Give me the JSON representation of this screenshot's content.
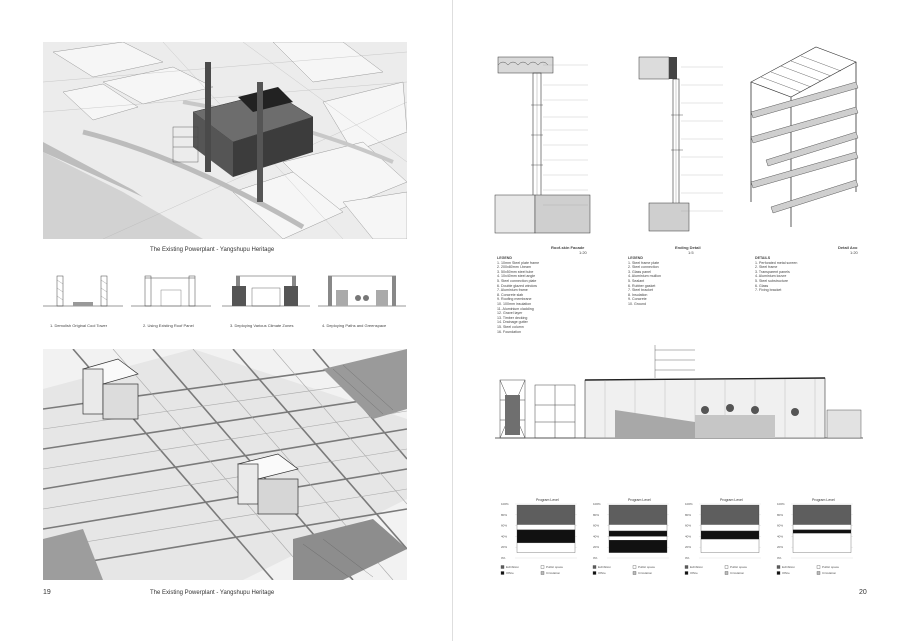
{
  "left_page": {
    "top_caption": "The Existing Powerplant - Yangshupu Heritage",
    "diagrams": [
      {
        "caption": "1. Demolish Original Cool Tower"
      },
      {
        "caption": "2. Using Existing Roof Panel"
      },
      {
        "caption": "3. Deploying Various Climate Zones"
      },
      {
        "caption": "4. Deploying Paths and Greenspace"
      }
    ],
    "bottom_caption": "The Existing Powerplant - Yangshupu Heritage",
    "page_number": "19"
  },
  "right_page": {
    "drawings": [
      {
        "title": "Roof-skin Facade",
        "scale": "1:20"
      },
      {
        "title": "Ending Detail",
        "scale": "1:5"
      },
      {
        "title": "Detail Axo",
        "scale": "1:20"
      }
    ],
    "legends": [
      {
        "heading": "LEGEND",
        "items": [
          "1. 10mm Steel plate frame",
          "2. 200x80mm I-beam",
          "3. 50x50mm steel tube",
          "4. 10x40mm steel angle",
          "5. Steel connection plate",
          "6. Double glazed window",
          "7. Aluminium frame",
          "8. Concrete slab",
          "9. Roofing membrane",
          "10. 100mm insulation",
          "11. Aluminium cladding",
          "12. Gravel layer",
          "13. Timber decking",
          "14. Drainage gutter",
          "15. Steel column",
          "16. Foundation"
        ]
      },
      {
        "heading": "LEGEND",
        "items": [
          "1. Steel frame plate",
          "2. Steel connection",
          "3. Glass panel",
          "4. Aluminium mullion",
          "5. Sealant",
          "6. Rubber gasket",
          "7. Steel bracket",
          "8. Insulation",
          "9. Concrete",
          "10. Ground"
        ]
      },
      {
        "heading": "DETAILS",
        "items": [
          "1. Perforated metal screen",
          "2. Steel frame",
          "3. Transparent panels",
          "4. Aluminium louvre",
          "5. Steel substructure",
          "6. Glass",
          "7. Fixing bracket"
        ]
      }
    ],
    "bar_charts": [
      {
        "title": "Program Level",
        "ticks": [
          "100%",
          "80%",
          "60%",
          "40%",
          "20%",
          "0%"
        ],
        "legend": [
          "Exhibition",
          "Public space",
          "Office",
          "Circulation"
        ]
      },
      {
        "title": "Program Level",
        "ticks": [
          "100%",
          "80%",
          "60%",
          "40%",
          "20%",
          "0%"
        ],
        "legend": [
          "Exhibition",
          "Public space",
          "Office",
          "Circulation"
        ]
      },
      {
        "title": "Program Level",
        "ticks": [
          "100%",
          "80%",
          "60%",
          "40%",
          "20%",
          "0%"
        ],
        "legend": [
          "Exhibition",
          "Public space",
          "Office",
          "Circulation"
        ]
      },
      {
        "title": "Program Level",
        "ticks": [
          "100%",
          "80%",
          "60%",
          "40%",
          "20%",
          "0%"
        ],
        "legend": [
          "Exhibition",
          "Public space",
          "Office",
          "Circulation"
        ]
      }
    ],
    "page_number": "20"
  }
}
